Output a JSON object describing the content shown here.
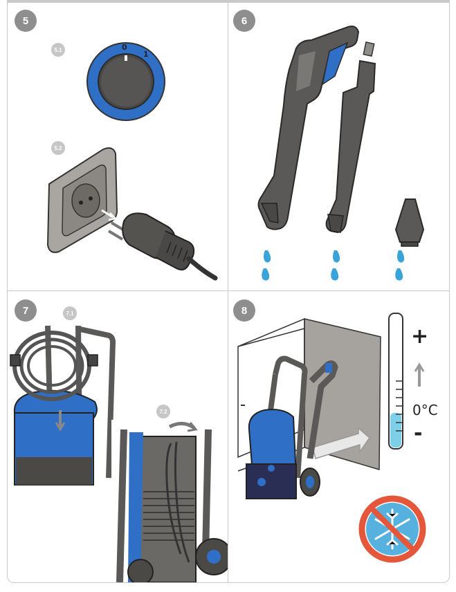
{
  "steps": {
    "s5": "5",
    "s6": "6",
    "s7": "7",
    "s8": "8"
  },
  "substeps": {
    "s5_1": "5.1",
    "s5_2": "5.2",
    "s7_1": "7.1",
    "s7_2": "7.2"
  },
  "dial": {
    "off": "0",
    "on": "1"
  },
  "thermometer": {
    "plus": "+",
    "minus": "-",
    "temperature": "0°C"
  },
  "colors": {
    "accent_blue": "#2f6fc6",
    "water": "#3aa3d9",
    "body_grey": "#5b5957",
    "no_frost_red": "#e4573b"
  },
  "icons": [
    "power-dial-icon",
    "wall-socket-icon",
    "plug-icon",
    "spray-gun-icon",
    "lance-icon",
    "nozzle-icon",
    "water-drop-icon",
    "hose-reel-icon",
    "cable-wrap-icon",
    "pressure-washer-icon",
    "thermometer-icon",
    "no-frost-icon"
  ]
}
